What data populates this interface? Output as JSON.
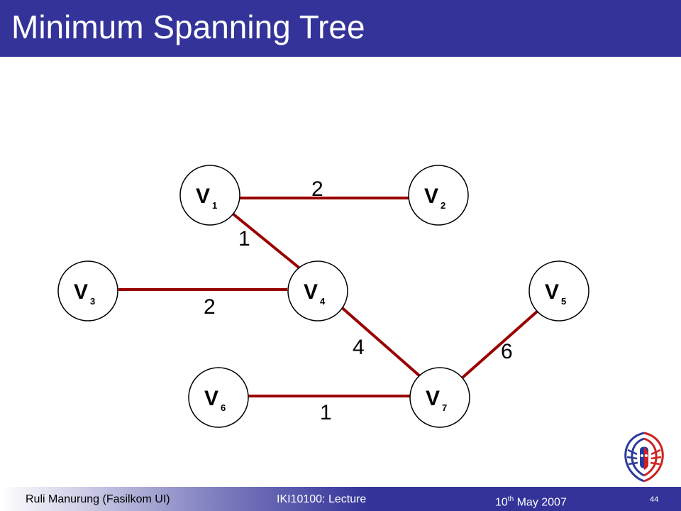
{
  "slide": {
    "title": "Minimum Spanning Tree"
  },
  "colors": {
    "title_bar": "#333399",
    "edge": "#990000",
    "node_stroke": "#000000",
    "node_fill": "#ffffff"
  },
  "graph": {
    "nodes": [
      {
        "id": "v1",
        "letter": "V",
        "sub": "1"
      },
      {
        "id": "v2",
        "letter": "V",
        "sub": "2"
      },
      {
        "id": "v3",
        "letter": "V",
        "sub": "3"
      },
      {
        "id": "v4",
        "letter": "V",
        "sub": "4"
      },
      {
        "id": "v5",
        "letter": "V",
        "sub": "5"
      },
      {
        "id": "v6",
        "letter": "V",
        "sub": "6"
      },
      {
        "id": "v7",
        "letter": "V",
        "sub": "7"
      }
    ],
    "edges": [
      {
        "from": "v1",
        "to": "v2",
        "weight": "2"
      },
      {
        "from": "v1",
        "to": "v4",
        "weight": "1"
      },
      {
        "from": "v3",
        "to": "v4",
        "weight": "2"
      },
      {
        "from": "v4",
        "to": "v7",
        "weight": "4"
      },
      {
        "from": "v5",
        "to": "v7",
        "weight": "6"
      },
      {
        "from": "v6",
        "to": "v7",
        "weight": "1"
      }
    ]
  },
  "footer": {
    "left": "Ruli Manurung (Fasilkom UI)",
    "center": "IKI10100: Lecture",
    "date_day": "10",
    "date_sup": "th",
    "date_rest": " May 2007",
    "page": "44"
  },
  "logo": {
    "name": "university-logo-icon"
  }
}
